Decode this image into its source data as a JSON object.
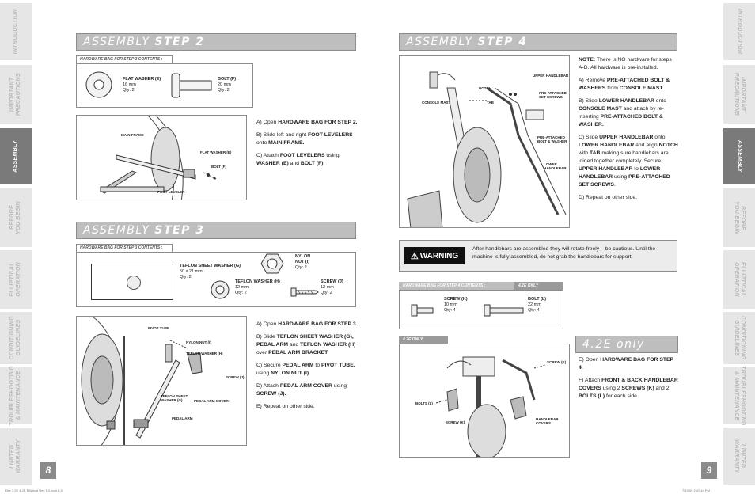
{
  "left_tabs": [
    {
      "label": "INTRODUCTION",
      "active": false
    },
    {
      "label": "IMPORTANT\nPRECAUTIONS",
      "active": false
    },
    {
      "label": "ASSEMBLY",
      "active": true
    },
    {
      "label": "BEFORE\nYOU BEGIN",
      "active": false
    },
    {
      "label": "ELLIPTICAL\nOPERATION",
      "active": false
    },
    {
      "label": "CONDITIONING\nGUIDELINES",
      "active": false
    },
    {
      "label": "TROUBLESHOOTING\n& MAINTENANCE",
      "active": false
    },
    {
      "label": "LIMITED\nWARRANTY",
      "active": false
    }
  ],
  "right_tabs": [
    {
      "label": "INTRODUCTION",
      "active": false
    },
    {
      "label": "IMPORTANT\nPRECAUTIONS",
      "active": false
    },
    {
      "label": "ASSEMBLY",
      "active": true
    },
    {
      "label": "BEFORE\nYOU BEGIN",
      "active": false
    },
    {
      "label": "ELLIPTICAL\nOPERATION",
      "active": false
    },
    {
      "label": "CONDITIONING\nGUIDELINES",
      "active": false
    },
    {
      "label": "TROUBLESHOOTING\n& MAINTENANCE",
      "active": false
    },
    {
      "label": "LIMITED\nWARRANTY",
      "active": false
    }
  ],
  "step2": {
    "title_a": "ASSEMBLY",
    "title_b": "STEP 2",
    "bag_title": "HARDWARE BAG FOR STEP 2 CONTENTS :",
    "washer": {
      "name": "FLAT WASHER (E)",
      "size": "16 mm",
      "qty": "Qty: 2"
    },
    "bolt": {
      "name": "BOLT (F)",
      "size": "20 mm",
      "qty": "Qty: 2"
    },
    "callouts": {
      "main_frame": "MAIN FRAME",
      "flat_washer": "FLAT WASHER (E)",
      "bolt": "BOLT (F)",
      "foot_leveler": "FOOT LEVELER"
    },
    "instructions": {
      "a_pre": "A) Open ",
      "a_b": "HARDWARE BAG FOR STEP 2.",
      "b_pre": "B) Slide left and right ",
      "b_b": "FOOT LEVELERS",
      "b_mid": " onto ",
      "b_b2": "MAIN FRAME.",
      "c_pre": "C) Attach ",
      "c_b": "FOOT LEVELERS",
      "c_mid": " using ",
      "c_b2": "WASHER (E)",
      "c_and": " and ",
      "c_b3": "BOLT (F)",
      "c_end": "."
    }
  },
  "step3": {
    "title_a": "ASSEMBLY",
    "title_b": "STEP 3",
    "bag_title": "HARDWARE BAG FOR STEP 3 CONTENTS :",
    "sheet_washer": {
      "name": "TEFLON SHEET WASHER (G)",
      "size": "50 x 21 mm",
      "qty": "Qty: 2"
    },
    "nylon_nut": {
      "name": "NYLON",
      "name2": "NUT (I)",
      "qty": "Qty: 2"
    },
    "teflon_washer": {
      "name": "TEFLON WASHER (H)",
      "size": "12 mm",
      "qty": "Qty: 2"
    },
    "screw": {
      "name": "SCREW (J)",
      "size": "12 mm",
      "qty": "Qty: 2"
    },
    "callouts": {
      "pivot_tube": "PIVOT TUBE",
      "nylon_nut": "NYLON NUT (I)",
      "teflon_washer": "TEFLON WASHER (H)",
      "screw": "SCREW (J)",
      "sheet_washer": "TEFLON SHEET",
      "sheet_washer2": "WASHER (G)",
      "pedal_arm_cover": "PEDAL ARM COVER",
      "pedal_arm": "PEDAL ARM"
    },
    "instructions": {
      "a_pre": "A) Open ",
      "a_b": "HARDWARE BAG FOR STEP 3.",
      "b_pre": "B) Slide ",
      "b_b": "TEFLON SHEET WASHER (G),",
      "b_b2": "PEDAL ARM",
      "b_and": " and ",
      "b_b3": "TEFLON WASHER",
      "b_b4": "(H)",
      "b_over": " over ",
      "b_b5": "PEDAL ARM BRACKET",
      "c_pre": "C) Secure ",
      "c_b": "PEDAL ARM",
      "c_to": " to ",
      "c_b2": "PIVOT TUBE,",
      "c_using": "using ",
      "c_b3": "NYLON NUT (I).",
      "d_pre": "D) Attach ",
      "d_b": "PEDAL ARM COVER",
      "d_using": " using",
      "d_b2": "SCREW (J).",
      "e": "E) Repeat on other side."
    }
  },
  "step4": {
    "title_a": "ASSEMBLY",
    "title_b": "STEP 4",
    "callouts": {
      "upper_handlebar": "UPPER HANDLEBAR",
      "notch": "NOTCH",
      "preattached_screws": "PRE-ATTACHED",
      "preattached_screws2": "SET SCREWS",
      "console_mast": "CONSOLE MAST",
      "tab": "TAB",
      "preattached_bolt": "PRE-ATTACHED",
      "preattached_bolt2": "BOLT & WASHER",
      "lower_handlebar": "LOWER",
      "lower_handlebar2": "HANDLEBAR"
    },
    "instructions": {
      "note_b": "NOTE:",
      "note": " There is NO hardware for steps A-D. All hardware is pre-installed.",
      "a_pre": "A) Remove ",
      "a_b": "PRE-ATTACHED BOLT &",
      "a_b2": "WASHERS",
      "a_from": " from ",
      "a_b3": "CONSOLE MAST.",
      "b_pre": "B) Slide ",
      "b_b": "LOWER HANDLEBAR",
      "b_onto": " onto",
      "b_b2": "CONSOLE MAST",
      "b_mid": " and attach by re-inserting ",
      "b_b3": "PRE-ATTACHED BOLT &",
      "b_b4": "WASHER.",
      "c_pre": "C) Slide ",
      "c_b": "UPPER HANDLEBAR",
      "c_onto": " onto",
      "c_b2": "LOWER HANDLEBAR",
      "c_align": " and align",
      "c_b3": "NOTCH",
      "c_with": " with ",
      "c_b4": "TAB",
      "c_mid": " making sure handlebars are joined together completely. Secure ",
      "c_b5": "UPPER",
      "c_b6": "HANDLEBAR",
      "c_to": " to ",
      "c_b7": "LOWER HANDLEBAR",
      "c_using": "using ",
      "c_b8": "PRE-ATTACHED SET SCREWS",
      "c_end": ".",
      "d": "D) Repeat on other side."
    },
    "warning_label": "WARNING",
    "warning_text": "After handlebars are assembled they will rotate freely – be cautious. Until the machine is fully assembled, do not grab the handlebars for support.",
    "bag_title": "HARDWARE BAG FOR STEP 4 CONTENTS :",
    "bag_model": "4.2E ONLY",
    "screw": {
      "name": "SCREW (K)",
      "size": "10 mm",
      "qty": "Qty: 4"
    },
    "bolt": {
      "name": "BOLT (L)",
      "size": "22 mm",
      "qty": "Qty: 4"
    }
  },
  "step42e": {
    "title": "4.2E only",
    "diagram_tag": "4.2E ONLY",
    "callouts": {
      "screw": "SCREW (K)",
      "bolts": "BOLTS (L)",
      "screw2": "SCREW (K)",
      "covers": "HANDLEBAR",
      "covers2": "COVERS"
    },
    "instructions": {
      "e_pre": "E) Open ",
      "e_b": "HARDWARE BAG FOR STEP 4.",
      "f_pre": "F) Attach ",
      "f_b": "FRONT & BACK HANDLEBAR",
      "f_b2": "COVERS",
      "f_using": " using 2 ",
      "f_b3": "SCREWS (K)",
      "f_and": " and 2",
      "f_b4": "BOLTS (L)",
      "f_end": " for each side."
    }
  },
  "page_left": "8",
  "page_right": "9",
  "footer_left": "Elite 3.2E 4.2E Elliptical Rev 1.0.indd   8-9",
  "footer_right": "7/13/09   2:47:44 PM"
}
